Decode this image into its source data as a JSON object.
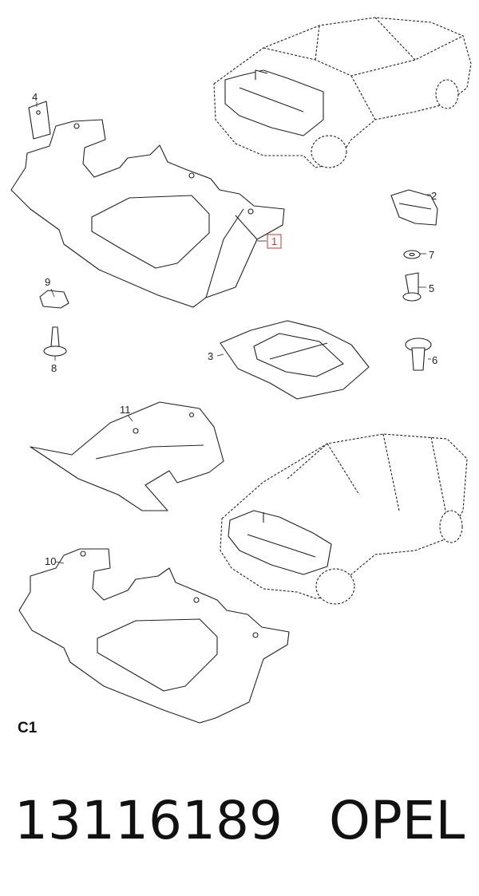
{
  "callouts": {
    "c1": "1",
    "c2": "2",
    "c3": "3",
    "c4": "4",
    "c5": "5",
    "c6": "6",
    "c7": "7",
    "c8": "8",
    "c9": "9",
    "c10": "10",
    "c11": "11"
  },
  "section_label": "C1",
  "part_number": "13116189",
  "brand": "OPEL",
  "colors": {
    "line": "#222222",
    "fill": "#ffffff",
    "highlight": "#c0392b"
  }
}
